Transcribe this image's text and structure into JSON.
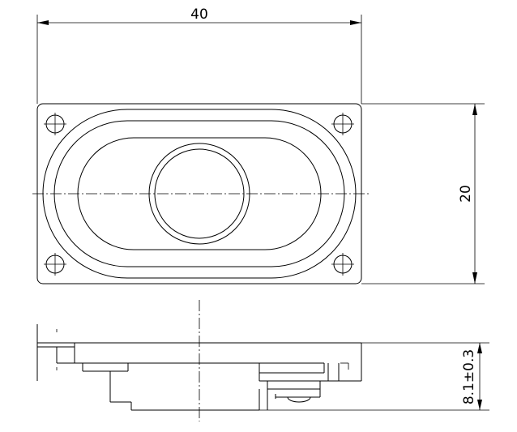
{
  "dimensions": {
    "width": "40",
    "height": "20",
    "depth": "8.1±0.3"
  },
  "colors": {
    "line": "#000000",
    "background": "#ffffff"
  }
}
